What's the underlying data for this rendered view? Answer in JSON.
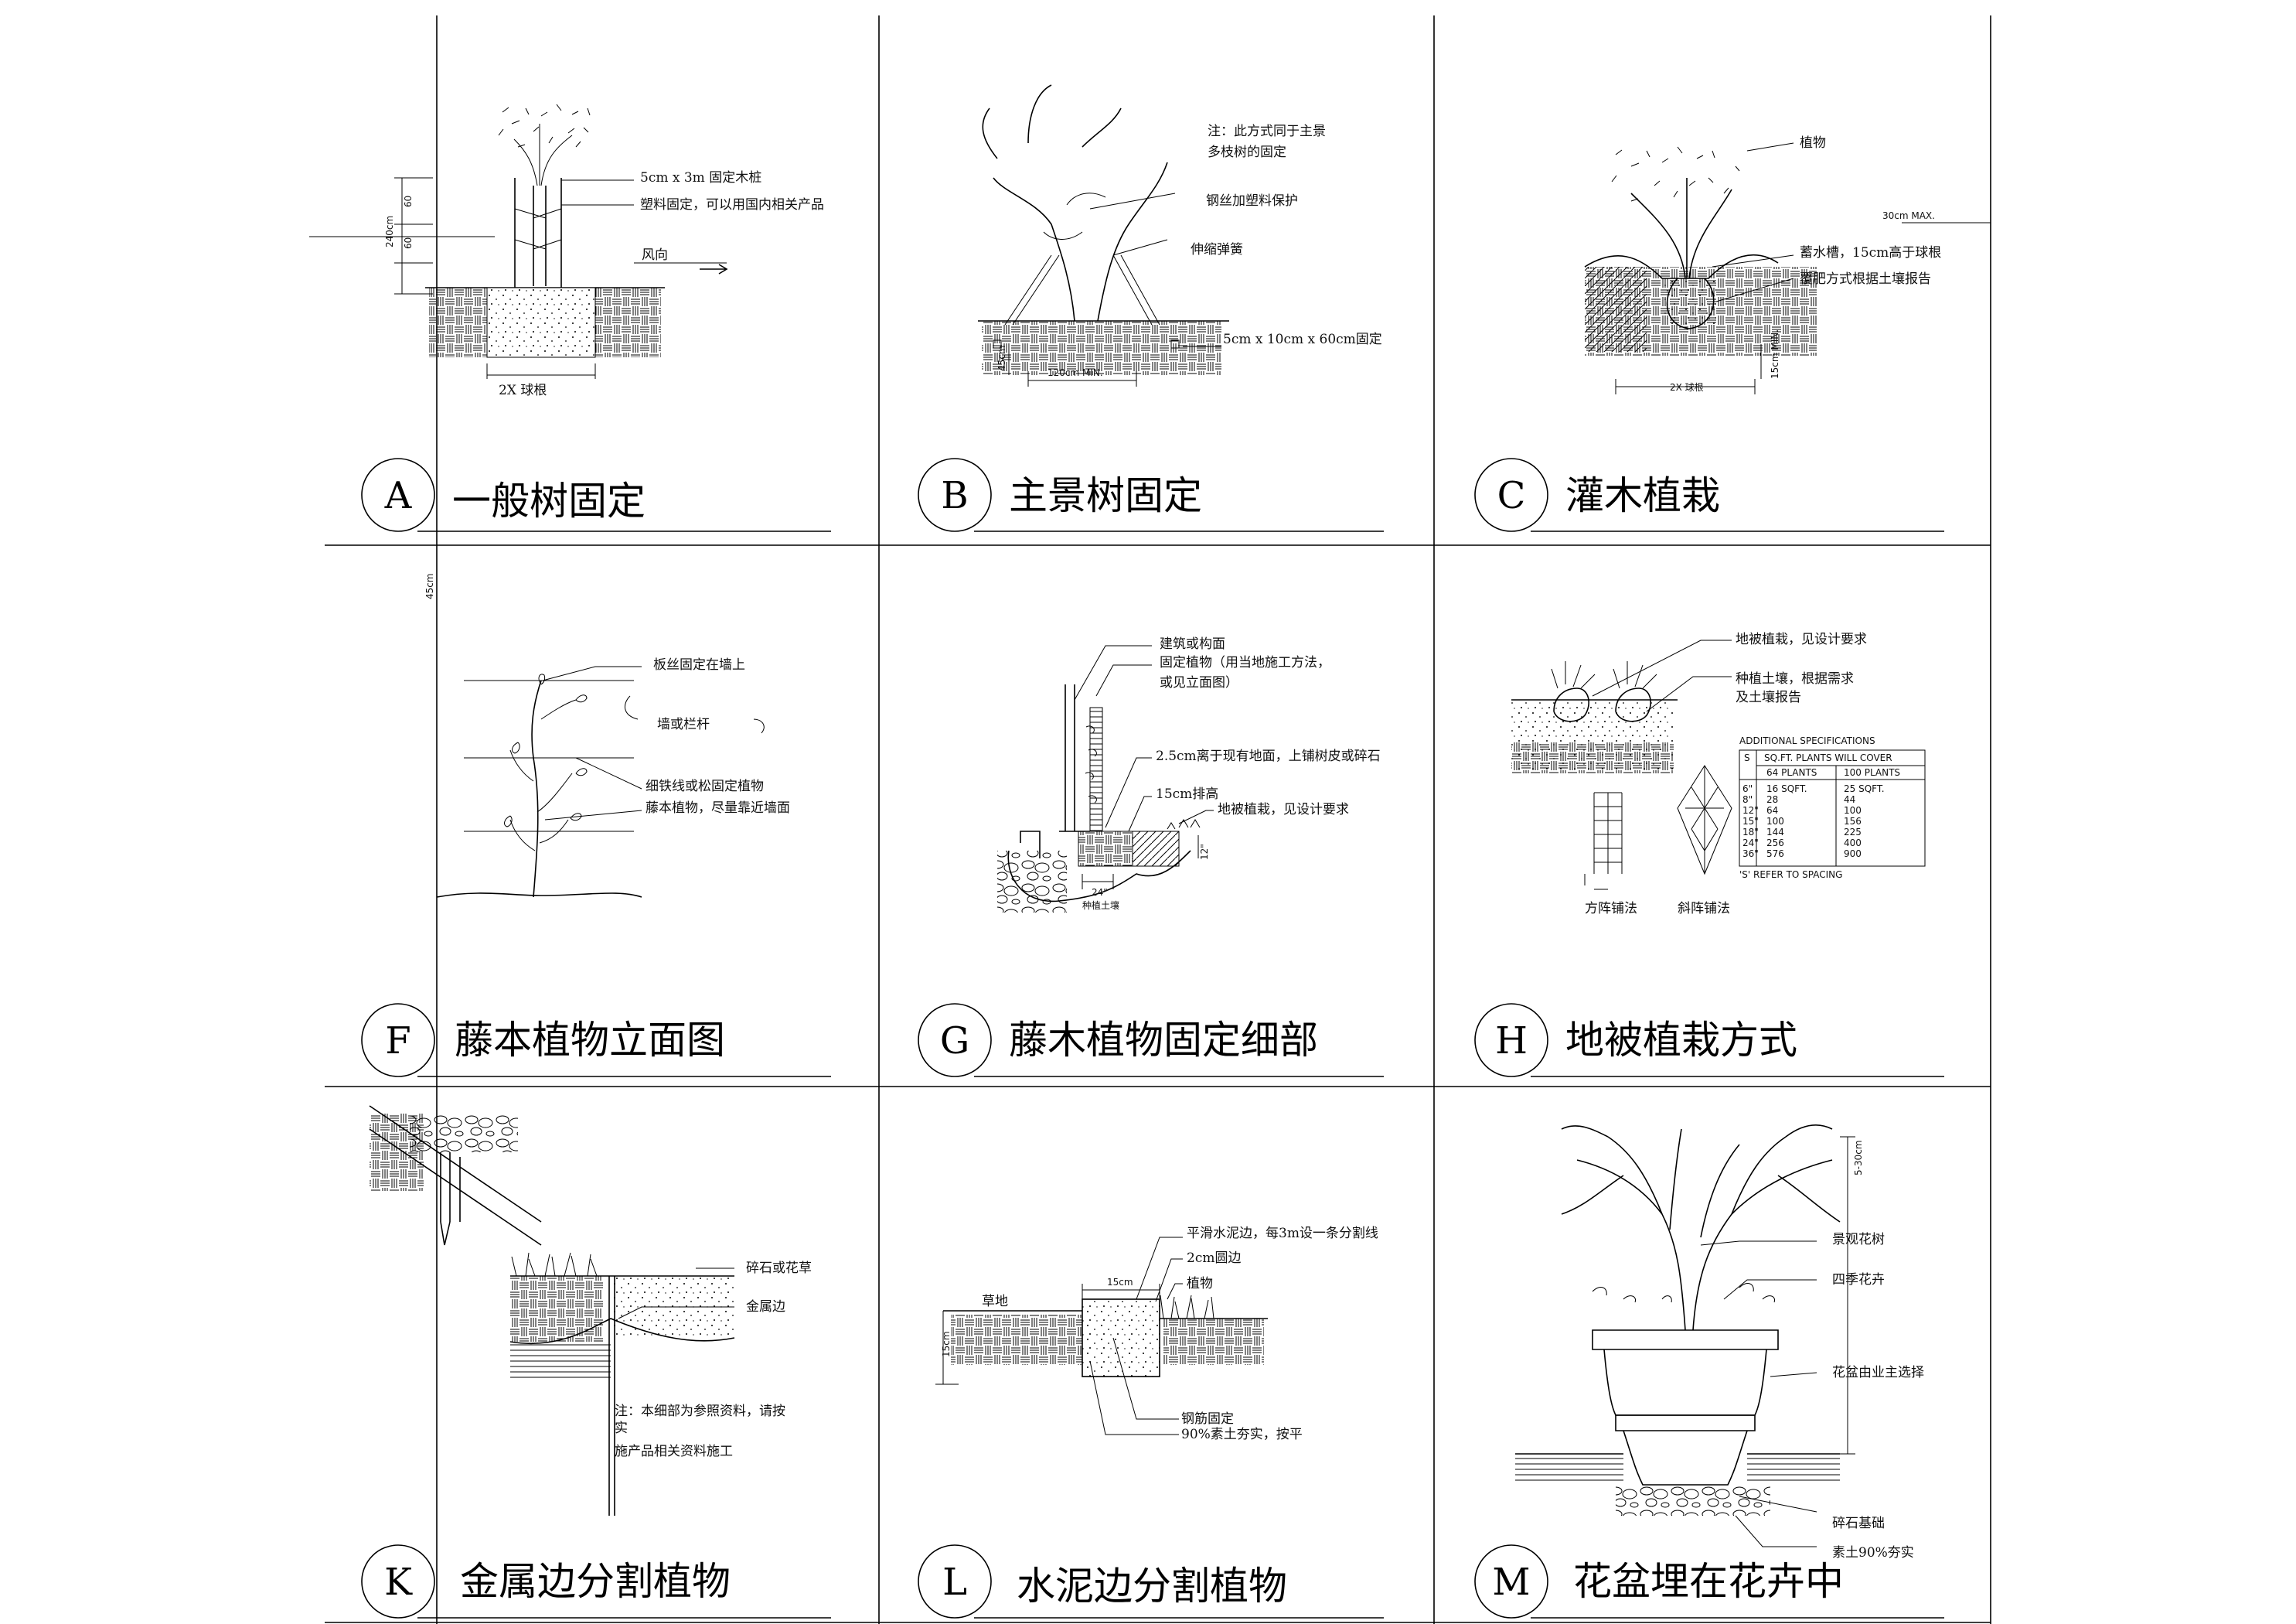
{
  "panels": {
    "A": {
      "letter": "A",
      "title": "一般树固定",
      "labels": [
        "5cm x 3m 固定木桩",
        "塑料固定，可以用国内相关产品",
        "风向",
        "2X 球根",
        "240cm",
        "60",
        "60",
        "45cm"
      ]
    },
    "B": {
      "letter": "B",
      "title": "主景树固定",
      "labels": [
        "注：此方式同于主景",
        "多枝树的固定",
        "钢丝加塑料保护",
        "伸缩弹簧",
        "5cm x 10cm x 60cm固定",
        "120cm MIN.",
        "45cm"
      ]
    },
    "C": {
      "letter": "C",
      "title": "灌木植栽",
      "labels": [
        "植物",
        "蓄水槽，15cm高于球根",
        "覆肥方式根据土壤报告",
        "2X 球根",
        "15cm MIN.",
        "30cm MAX."
      ]
    },
    "F": {
      "letter": "F",
      "title": "藤本植物立面图",
      "labels": [
        "板丝固定在墙上",
        "墙或栏杆",
        "细铁线或松固定植物",
        "藤本植物，尽量靠近墙面"
      ]
    },
    "G": {
      "letter": "G",
      "title": "藤木植物固定细部",
      "labels": [
        "建筑或构面",
        "固定植物（用当地施工方法，",
        "或见立面图）",
        "2.5cm离于现有地面，上铺树皮或碎石",
        "15cm排高",
        "地被植栽，见设计要求",
        "24\"",
        "种植土壤",
        "12\""
      ]
    },
    "H": {
      "letter": "H",
      "title": "地被植栽方式",
      "labels": [
        "地被植栽，见设计要求",
        "种植土壤，根据需求",
        "及土壤报告",
        "方阵铺法",
        "斜阵铺法"
      ],
      "spec": {
        "heading": "ADDITIONAL SPECIFICATIONS",
        "col_s": "S",
        "col_cover": "SQ.FT. PLANTS WILL COVER",
        "col_64": "64 PLANTS",
        "col_100": "100 PLANTS",
        "rows": [
          [
            "6\"",
            "16 SQFT.",
            "25 SQFT."
          ],
          [
            "8\"",
            "28",
            "44"
          ],
          [
            "12\"",
            "64",
            "100"
          ],
          [
            "15\"",
            "100",
            "156"
          ],
          [
            "18\"",
            "144",
            "225"
          ],
          [
            "24\"",
            "256",
            "400"
          ],
          [
            "36\"",
            "576",
            "900"
          ]
        ],
        "note": "'S' REFER TO SPACING"
      }
    },
    "K": {
      "letter": "K",
      "title": "金属边分割植物",
      "labels": [
        "碎石或花草",
        "金属边",
        "注：本细部为参照资料，请按",
        "实",
        "施产品相关资料施工"
      ]
    },
    "L": {
      "letter": "L",
      "title": "水泥边分割植物",
      "labels": [
        "平滑水泥边，每3m设一条分割线",
        "2cm圆边",
        "植物",
        "草地",
        "15cm",
        "钢筋固定",
        "90%素土夯实，按平",
        "15cm"
      ]
    },
    "M": {
      "letter": "M",
      "title": "花盆埋在花卉中",
      "labels": [
        "景观花树",
        "四季花卉",
        "花盆由业主选择",
        "碎石基础",
        "素土90%夯实",
        "5-30cm"
      ]
    }
  }
}
